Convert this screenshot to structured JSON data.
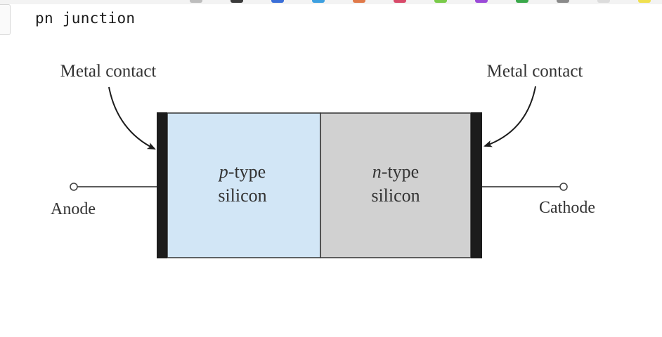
{
  "page": {
    "heading": "pn junction"
  },
  "diagram": {
    "left_contact_label": "Metal contact",
    "right_contact_label": "Metal contact",
    "p_region": {
      "prefix": "p",
      "suffix": "-type",
      "material": "silicon",
      "color": "#d2e6f6"
    },
    "n_region": {
      "prefix": "n",
      "suffix": "-type",
      "material": "silicon",
      "color": "#d1d1d1"
    },
    "anode_label": "Anode",
    "cathode_label": "Cathode",
    "contact_color": "#1c1c1c"
  },
  "toolbar_colors": [
    "#bdbdbd",
    "#3a3a3a",
    "#3b6fd8",
    "#3ea0e0",
    "#e07a4a",
    "#d84a6a",
    "#7acb4a",
    "#9b4ad8",
    "#3aa84a",
    "#8a8a8a",
    "#dcdcdc",
    "#f0e050"
  ]
}
